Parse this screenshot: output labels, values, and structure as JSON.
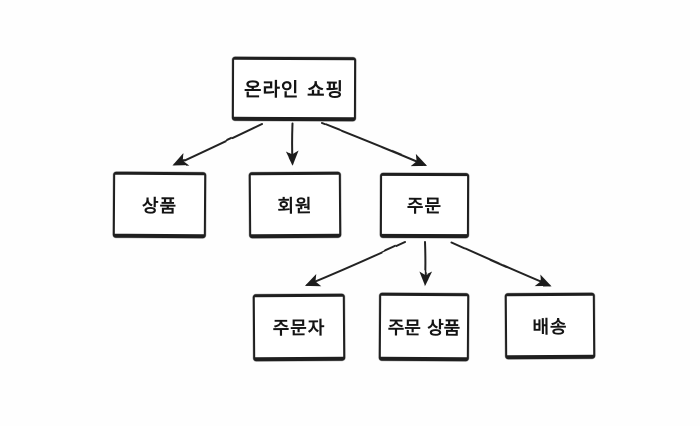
{
  "diagram": {
    "type": "tree",
    "style": "hand-drawn-sketch",
    "background_color": "#fefefe",
    "ink_color": "#1f1f1f",
    "nodes": {
      "online_shopping": {
        "label": "온라인 쇼핑",
        "level": 0
      },
      "product": {
        "label": "상품",
        "level": 1
      },
      "member": {
        "label": "회원",
        "level": 1
      },
      "order": {
        "label": "주문",
        "level": 1
      },
      "orderer": {
        "label": "주문자",
        "level": 2
      },
      "order_product": {
        "label": "주문 상품",
        "level": 2
      },
      "delivery": {
        "label": "배송",
        "level": 2
      }
    },
    "edges": [
      {
        "from": "온라인 쇼핑",
        "to": "상품"
      },
      {
        "from": "온라인 쇼핑",
        "to": "회원"
      },
      {
        "from": "온라인 쇼핑",
        "to": "주문"
      },
      {
        "from": "주문",
        "to": "주문자"
      },
      {
        "from": "주문",
        "to": "주문 상품"
      },
      {
        "from": "주문",
        "to": "배송"
      }
    ]
  }
}
